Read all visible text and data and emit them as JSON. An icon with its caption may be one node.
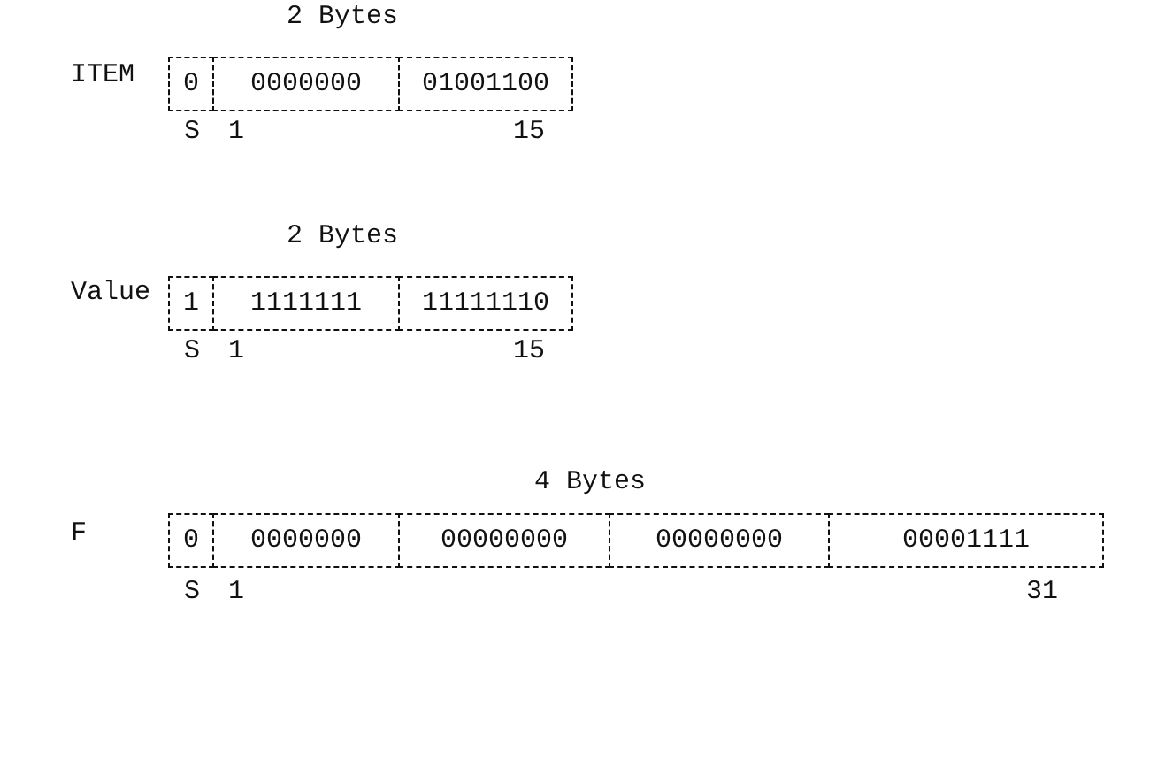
{
  "diagram": {
    "nodes": [
      {
        "text": [
          "0"
        ]
      },
      {
        "text": [
          "0000000"
        ]
      },
      {
        "text": [
          "01001100"
        ]
      },
      {
        "text": [
          "1"
        ]
      },
      {
        "text": [
          "1111111"
        ]
      },
      {
        "text": [
          "11111110"
        ]
      },
      {
        "text": [
          "0"
        ]
      },
      {
        "text": [
          "0000000"
        ]
      },
      {
        "text": [
          "00000000"
        ]
      },
      {
        "text": [
          "00000000"
        ]
      },
      {
        "text": [
          "00001111"
        ]
      }
    ],
    "edges": [],
    "labels": [
      "2 Bytes",
      "ITEM",
      "S",
      "1",
      "15",
      "2 Bytes",
      "Value",
      "S",
      "1",
      "15",
      "4 Bytes",
      "F",
      "S",
      "1",
      "31"
    ]
  }
}
